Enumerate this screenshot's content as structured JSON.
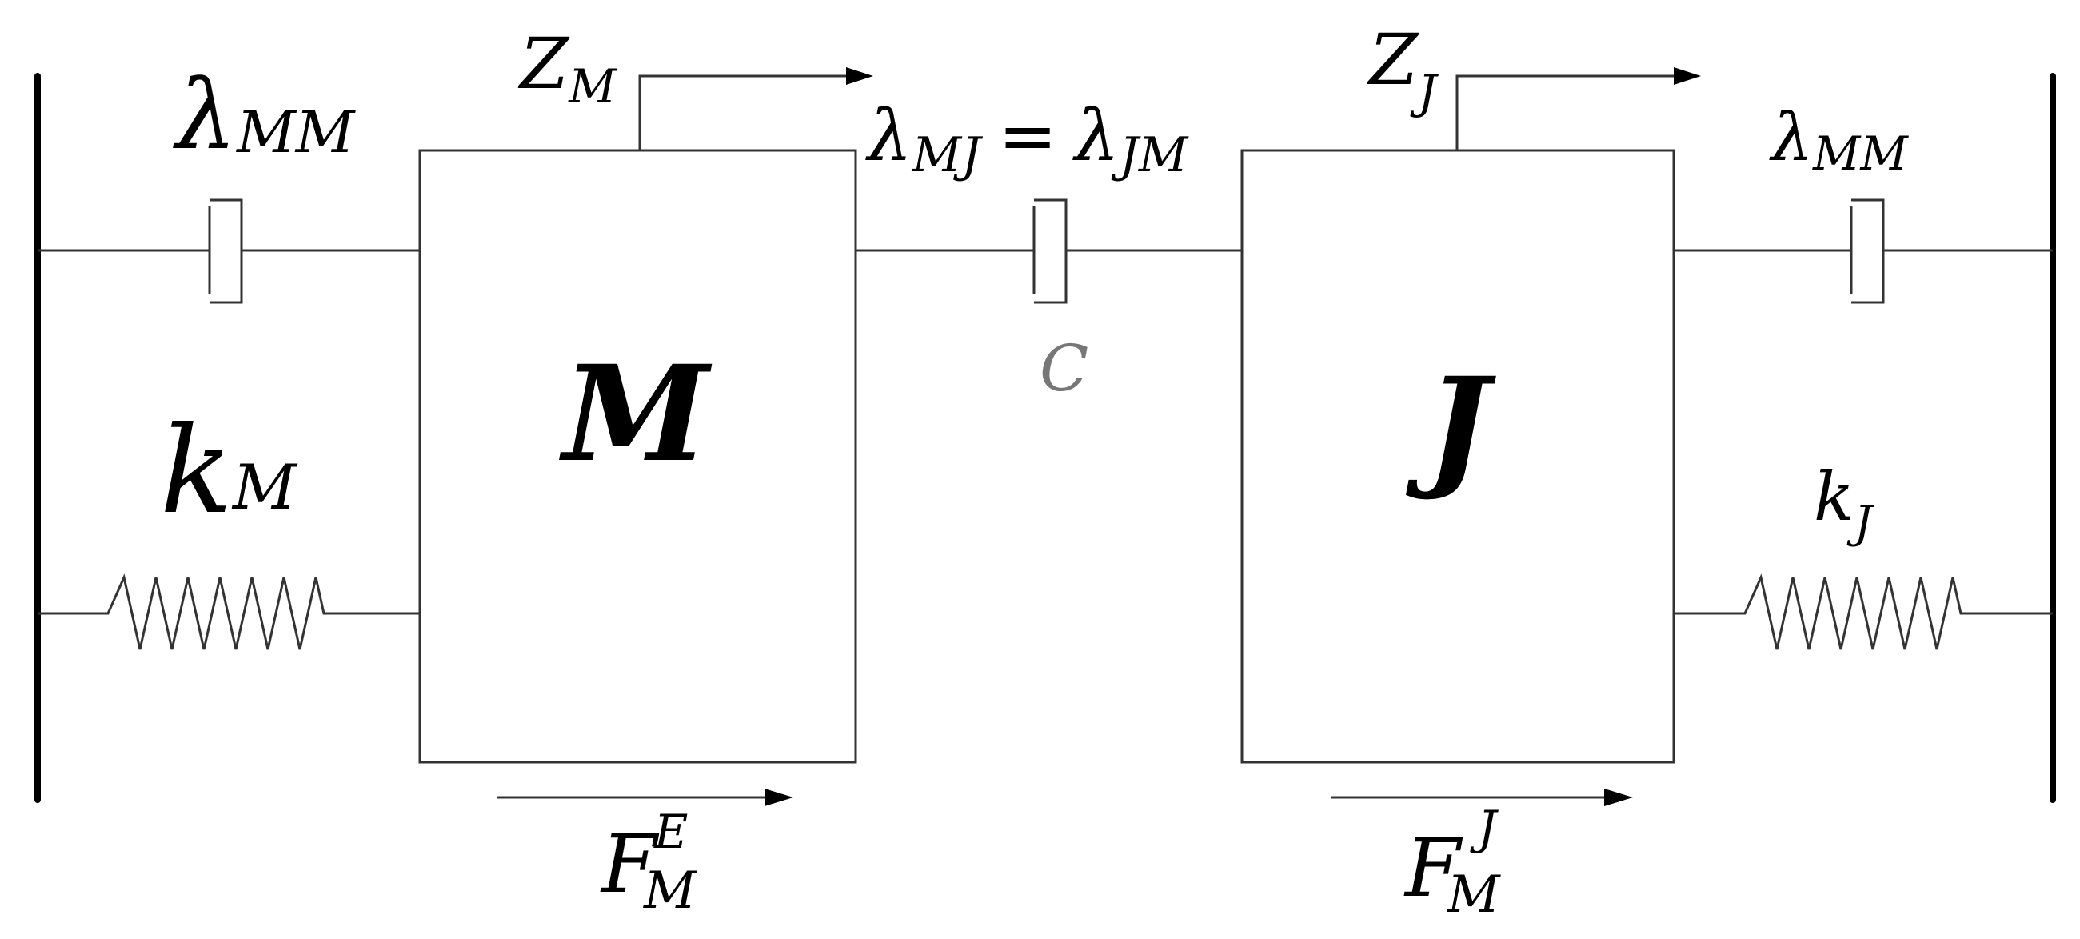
{
  "masses": {
    "left": {
      "label": "M"
    },
    "right": {
      "label": "J"
    }
  },
  "dampers": {
    "left": {
      "sym": "λ",
      "sub": "MM"
    },
    "middle": {
      "lhs_sym": "λ",
      "lhs_sub": "MJ",
      "eq": "=",
      "rhs_sym": "λ",
      "rhs_sub": "JM",
      "coupling_label": "C"
    },
    "right": {
      "sym": "λ",
      "sub": "MM"
    }
  },
  "springs": {
    "left": {
      "sym": "k",
      "sub": "M"
    },
    "right": {
      "sym": "k",
      "sub": "J"
    }
  },
  "displacements": {
    "left": {
      "sym": "Z",
      "sub": "M"
    },
    "right": {
      "sym": "Z",
      "sub": "J"
    }
  },
  "forces": {
    "left": {
      "sym": "F",
      "sub": "M",
      "sup": "E"
    },
    "right": {
      "sym": "F",
      "sub": "M",
      "sup": "J"
    }
  },
  "colors": {
    "line": "#333333",
    "wall": "#000000",
    "coupling_label": "#777777"
  }
}
